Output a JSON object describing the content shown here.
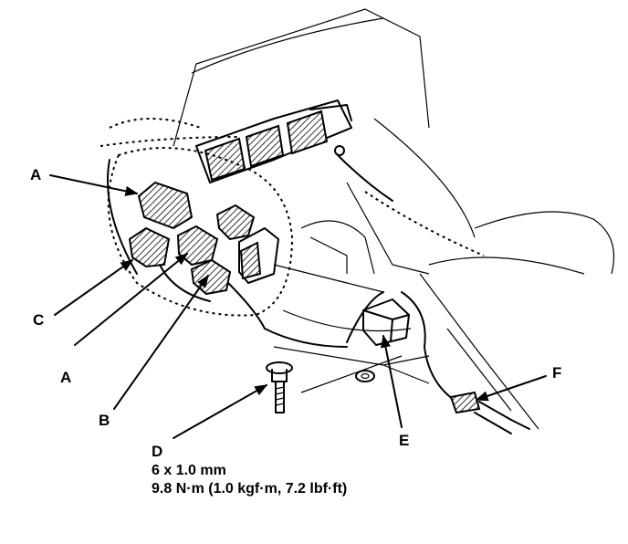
{
  "callouts": {
    "a_top": "A",
    "c": "C",
    "a_bottom": "A",
    "b": "B",
    "d": "D",
    "e": "E",
    "f": "F"
  },
  "spec": {
    "size": "6 x 1.0 mm",
    "torque": "9.8 N·m (1.0 kgf·m, 7.2 lbf·ft)"
  }
}
